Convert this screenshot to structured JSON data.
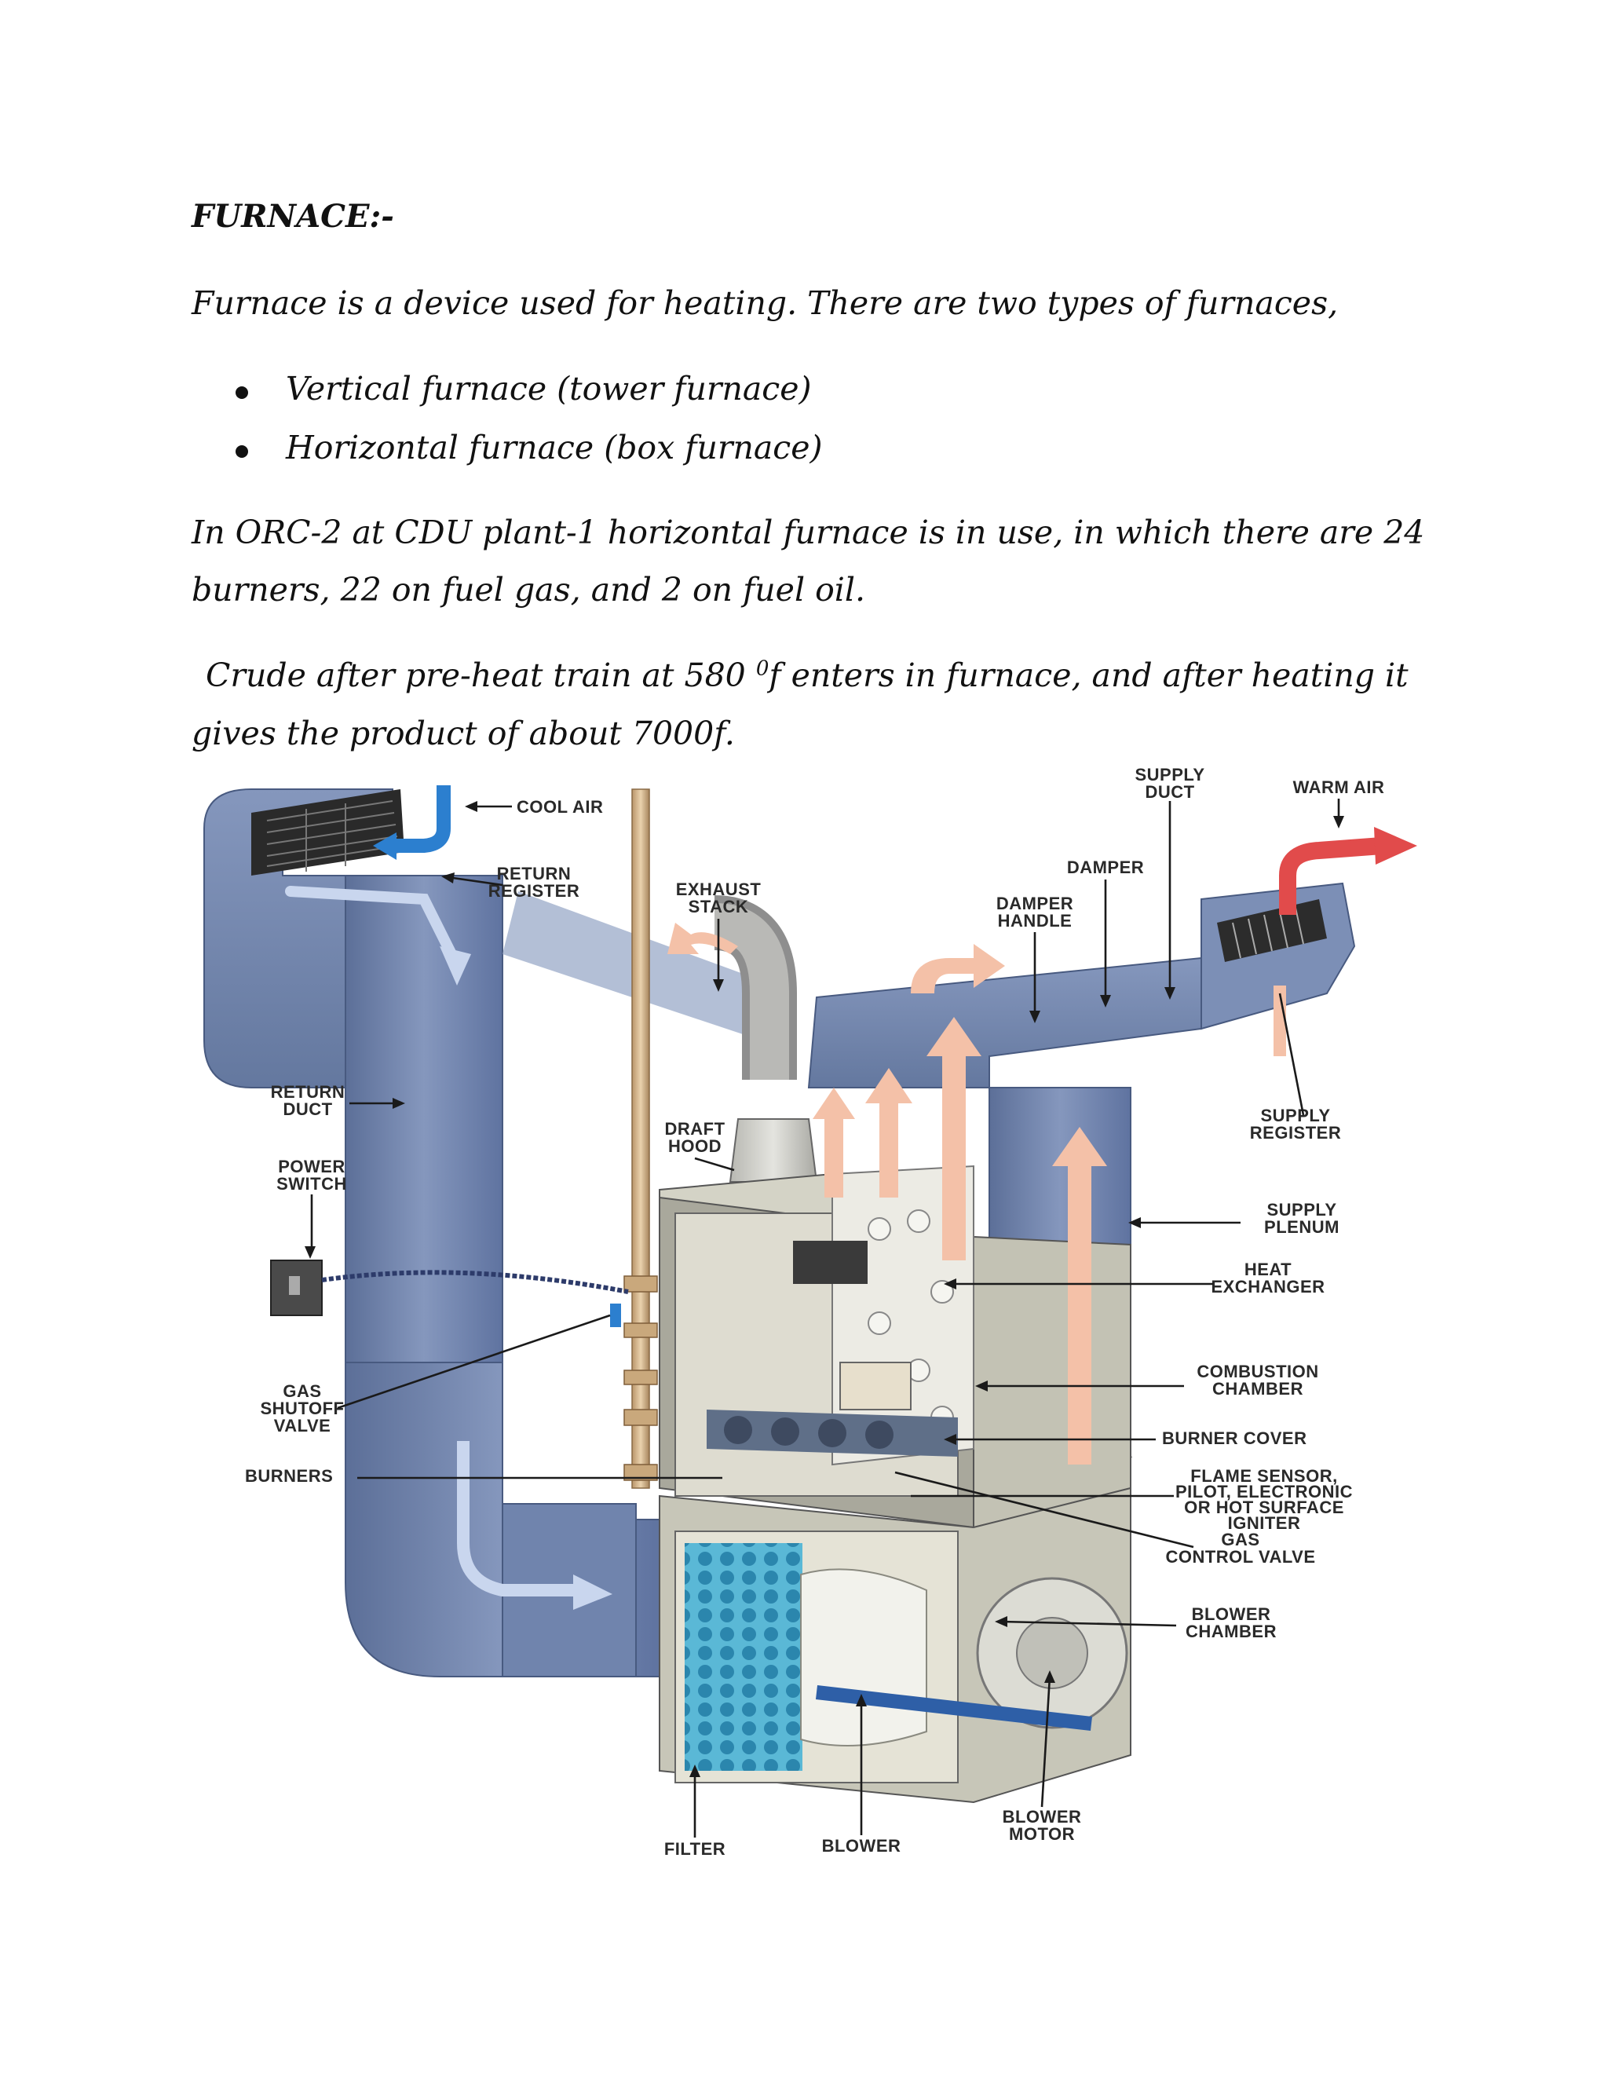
{
  "document": {
    "heading": "FURNACE:-",
    "intro": "Furnace is a device used for heating. There are two types of furnaces,",
    "types": [
      "Vertical furnace (tower furnace)",
      "Horizontal furnace  (box furnace)"
    ],
    "orc_line_1": "In ORC-2 at CDU plant-1 horizontal furnace is in use, in which there are 24",
    "orc_line_2": "burners, 22 on fuel gas, and 2 on fuel oil.",
    "crude_line_1_a": "Crude after pre-heat train at 580 ",
    "crude_line_1_sup": "0",
    "crude_line_1_b": "f enters in furnace, and after heating it",
    "crude_line_2": "gives the product of about 7000f."
  },
  "diagram": {
    "labels": {
      "cool_air": "COOL AIR",
      "return_register_1": "RETURN",
      "return_register_2": "REGISTER",
      "exhaust_stack_1": "EXHAUST",
      "exhaust_stack_2": "STACK",
      "supply_duct_1": "SUPPLY",
      "supply_duct_2": "DUCT",
      "warm_air": "WARM AIR",
      "damper": "DAMPER",
      "damper_handle_1": "DAMPER",
      "damper_handle_2": "HANDLE",
      "return_duct_1": "RETURN",
      "return_duct_2": "DUCT",
      "draft_hood_1": "DRAFT",
      "draft_hood_2": "HOOD",
      "supply_register_1": "SUPPLY",
      "supply_register_2": "REGISTER",
      "power_switch_1": "POWER",
      "power_switch_2": "SWITCH",
      "supply_plenum_1": "SUPPLY",
      "supply_plenum_2": "PLENUM",
      "heat_exchanger_1": "HEAT",
      "heat_exchanger_2": "EXCHANGER",
      "combustion_chamber_1": "COMBUSTION",
      "combustion_chamber_2": "CHAMBER",
      "gas_shutoff_1": "GAS",
      "gas_shutoff_2": "SHUTOFF",
      "gas_shutoff_3": "VALVE",
      "burner_cover": "BURNER COVER",
      "burners": "BURNERS",
      "flame_sensor_1": "FLAME SENSOR,",
      "flame_sensor_2": "PILOT, ELECTRONIC",
      "flame_sensor_3": "OR HOT SURFACE",
      "flame_sensor_4": "IGNITER",
      "gas_control_1": "GAS",
      "gas_control_2": "CONTROL VALVE",
      "blower_chamber_1": "BLOWER",
      "blower_chamber_2": "CHAMBER",
      "blower_motor_1": "BLOWER",
      "blower_motor_2": "MOTOR",
      "filter": "FILTER",
      "blower": "BLOWER"
    }
  }
}
